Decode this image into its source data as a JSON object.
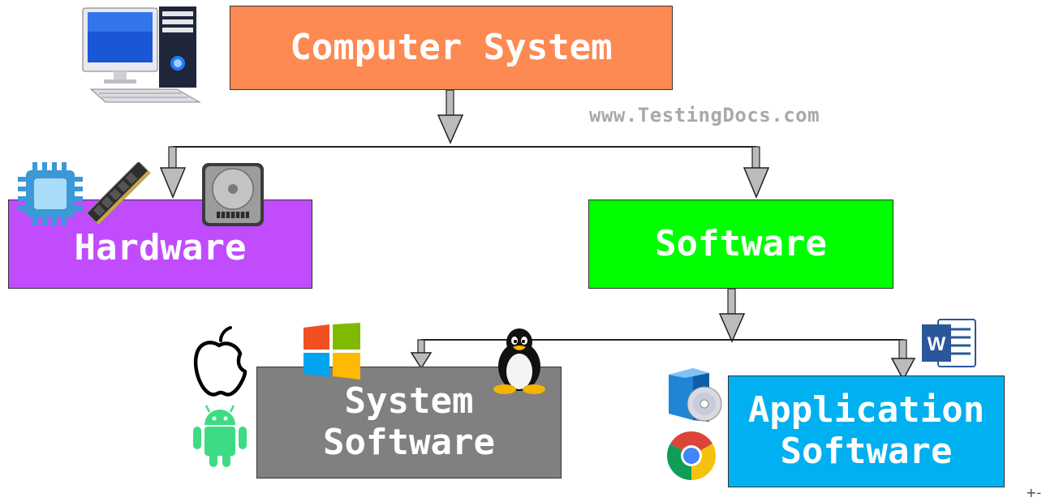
{
  "diagram": {
    "root": {
      "label": "Computer System",
      "color": "#fd8a52"
    },
    "hardware": {
      "label": "Hardware",
      "color": "#c04cfd"
    },
    "software": {
      "label": "Software",
      "color": "#00ff00"
    },
    "system_software": {
      "line1": "System",
      "line2": "Software",
      "color": "#808080"
    },
    "application_software": {
      "line1": "Application",
      "line2": "Software",
      "color": "#00b0f0"
    },
    "watermark": "www.TestingDocs.com",
    "corner_mark": "+-"
  },
  "icons": [
    "desktop-computer-icon",
    "cpu-chip-icon",
    "ram-module-icon",
    "hard-drive-icon",
    "apple-logo-icon",
    "windows-logo-icon",
    "android-logo-icon",
    "linux-tux-icon",
    "software-box-cd-icon",
    "chrome-logo-icon",
    "word-logo-icon"
  ],
  "word_icon_letter": "W"
}
